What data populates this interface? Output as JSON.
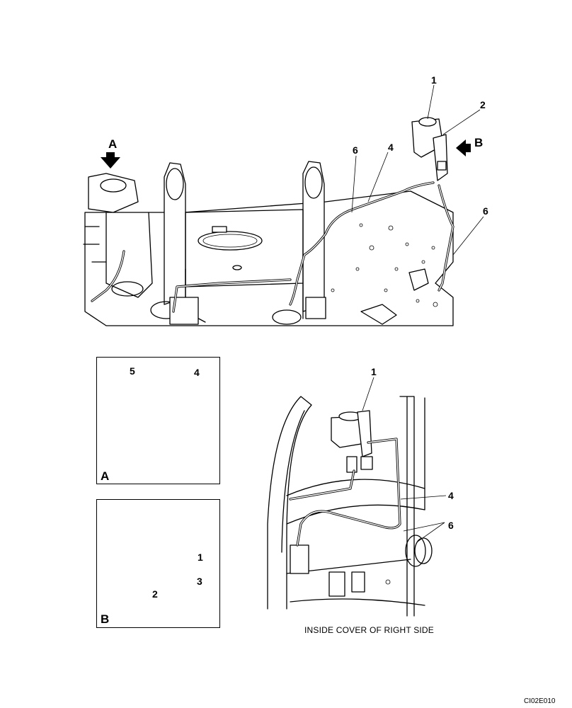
{
  "main_view": {
    "callouts": {
      "c1": "1",
      "c2": "2",
      "c4": "4",
      "c6a": "6",
      "c6b": "6"
    },
    "view_arrows": {
      "a": "A",
      "b": "B"
    }
  },
  "inset_a": {
    "letter": "A",
    "callouts": {
      "c5": "5",
      "c4": "4"
    }
  },
  "inset_b": {
    "letter": "B",
    "callouts": {
      "c1": "1",
      "c2": "2",
      "c3": "3"
    }
  },
  "right_view": {
    "callouts": {
      "c1": "1",
      "c4": "4",
      "c6": "6"
    },
    "caption": "INSIDE COVER OF RIGHT SIDE"
  },
  "drawing_code": "CI02E010"
}
